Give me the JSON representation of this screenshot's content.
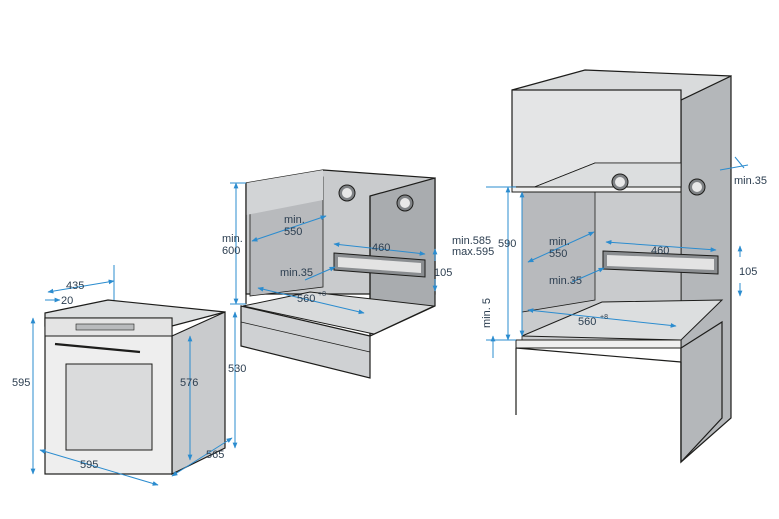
{
  "colors": {
    "cabinet_fill": "#c9cbcd",
    "cabinet_dark": "#a9acaf",
    "oven_fill": "#eeeeee",
    "dimension_line": "#2b8ccf",
    "text": "#2c3e50",
    "outline": "#1d1d1b"
  },
  "oven": {
    "w435": "435",
    "w20": "20",
    "h595": "595",
    "h576": "576",
    "h530": "530",
    "w595": "595",
    "d565": "565"
  },
  "cabinet_under": {
    "min600_a": "min.",
    "min600_b": "600",
    "min550_a": "min.",
    "min550_b": "550",
    "w460": "460",
    "min35": "min.35",
    "h105": "105",
    "w560": "560",
    "w560_sup": "+8"
  },
  "cabinet_tall": {
    "min585": "min.585",
    "max595": "max.595",
    "h590": "590",
    "min35_top": "min.35",
    "min550_a": "min.",
    "min550_b": "550",
    "w460": "460",
    "min35": "min.35",
    "h105": "105",
    "min5": "min. 5",
    "w560": "560",
    "w560_sup": "+8"
  }
}
